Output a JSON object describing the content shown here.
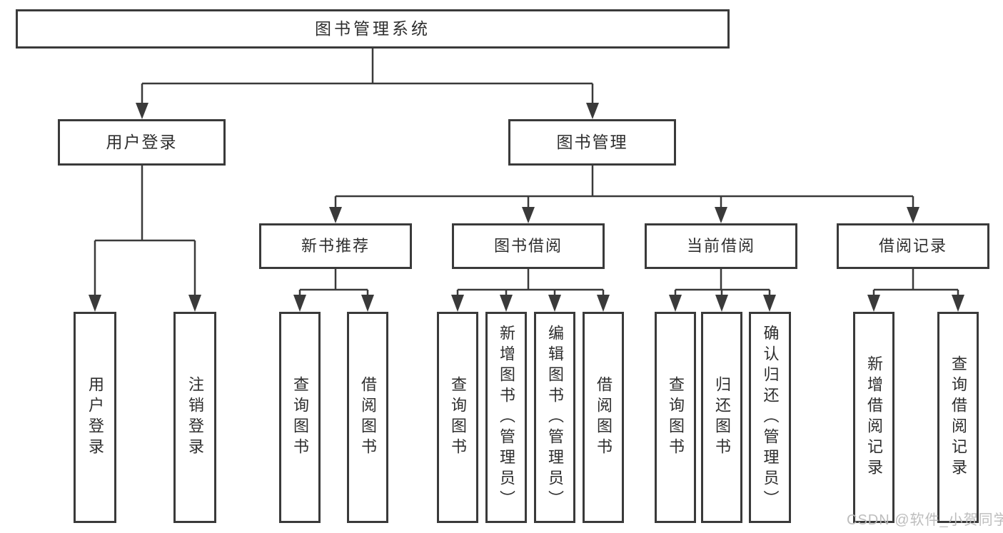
{
  "diagram": {
    "watermark": "CSDN @软件_小贺同学",
    "colors": {
      "line": "#3a3a3a",
      "box_border": "#3a3a3a",
      "text": "#2e2e2e",
      "watermark": "#b9b9b9",
      "background": "#ffffff"
    },
    "tree": {
      "label": "图书管理系统",
      "children": [
        {
          "label": "用户登录",
          "children": [
            {
              "label": "用户登录"
            },
            {
              "label": "注销登录"
            }
          ]
        },
        {
          "label": "图书管理",
          "children": [
            {
              "label": "新书推荐",
              "children": [
                {
                  "label": "查询图书"
                },
                {
                  "label": "借阅图书"
                }
              ]
            },
            {
              "label": "图书借阅",
              "children": [
                {
                  "label": "查询图书"
                },
                {
                  "label": "新增图书（管理员）"
                },
                {
                  "label": "编辑图书（管理员）"
                },
                {
                  "label": "借阅图书"
                }
              ]
            },
            {
              "label": "当前借阅",
              "children": [
                {
                  "label": "查询图书"
                },
                {
                  "label": "归还图书"
                },
                {
                  "label": "确认归还（管理员）"
                }
              ]
            },
            {
              "label": "借阅记录",
              "children": [
                {
                  "label": "新增借阅记录"
                },
                {
                  "label": "查询借阅记录"
                }
              ]
            }
          ]
        }
      ]
    }
  }
}
